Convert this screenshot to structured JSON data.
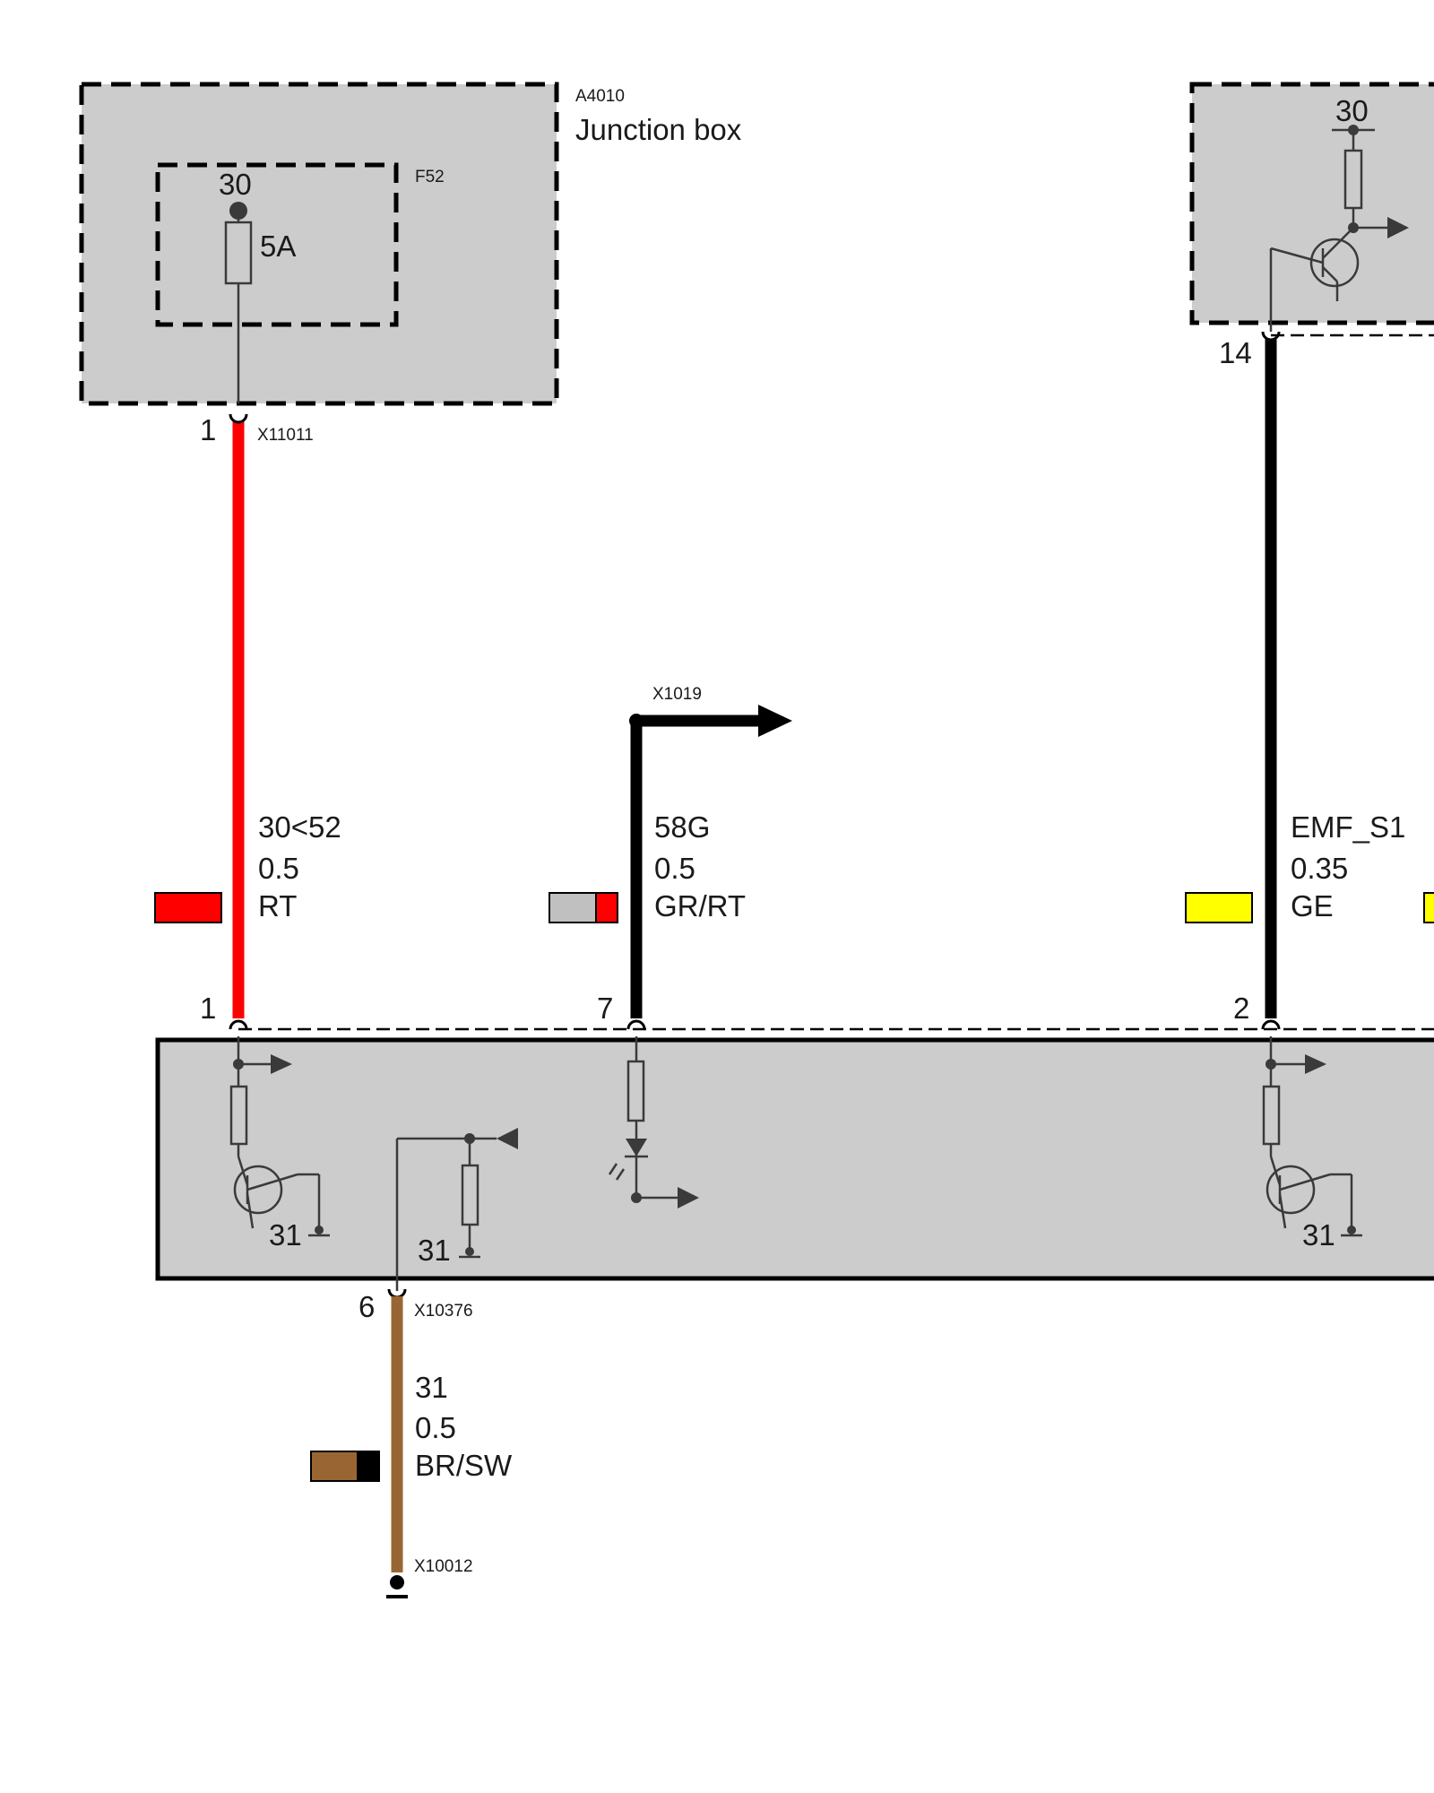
{
  "colors": {
    "box_fill": "#cccccc",
    "red": "#ff0000",
    "black": "#000000",
    "yellow": "#ffff00",
    "grey": "#c0c0c0",
    "brown": "#996633"
  },
  "junction_box": {
    "id": "A4010",
    "name": "Junction box",
    "fuse": {
      "id": "F52",
      "terminal": "30",
      "rating": "5A"
    },
    "pin": "1",
    "connector": "X11011"
  },
  "upper_right_module": {
    "terminal": "30",
    "pin": "14"
  },
  "wires": {
    "w1": {
      "signal": "30<52",
      "gauge": "0.5",
      "color": "RT"
    },
    "w2": {
      "signal": "58G",
      "gauge": "0.5",
      "color": "GR/RT",
      "connector": "X1019"
    },
    "w3": {
      "signal": "EMF_S1",
      "gauge": "0.35",
      "color": "GE"
    },
    "w4": {
      "signal": "31",
      "gauge": "0.5",
      "color": "BR/SW",
      "connector": "X10012"
    }
  },
  "lower_module": {
    "pins": {
      "p1": "1",
      "p7": "7",
      "p2": "2",
      "p6": "6"
    },
    "ground_connector": "X10376",
    "ground_labels": {
      "g1": "31",
      "g2": "31",
      "g3": "31"
    }
  }
}
